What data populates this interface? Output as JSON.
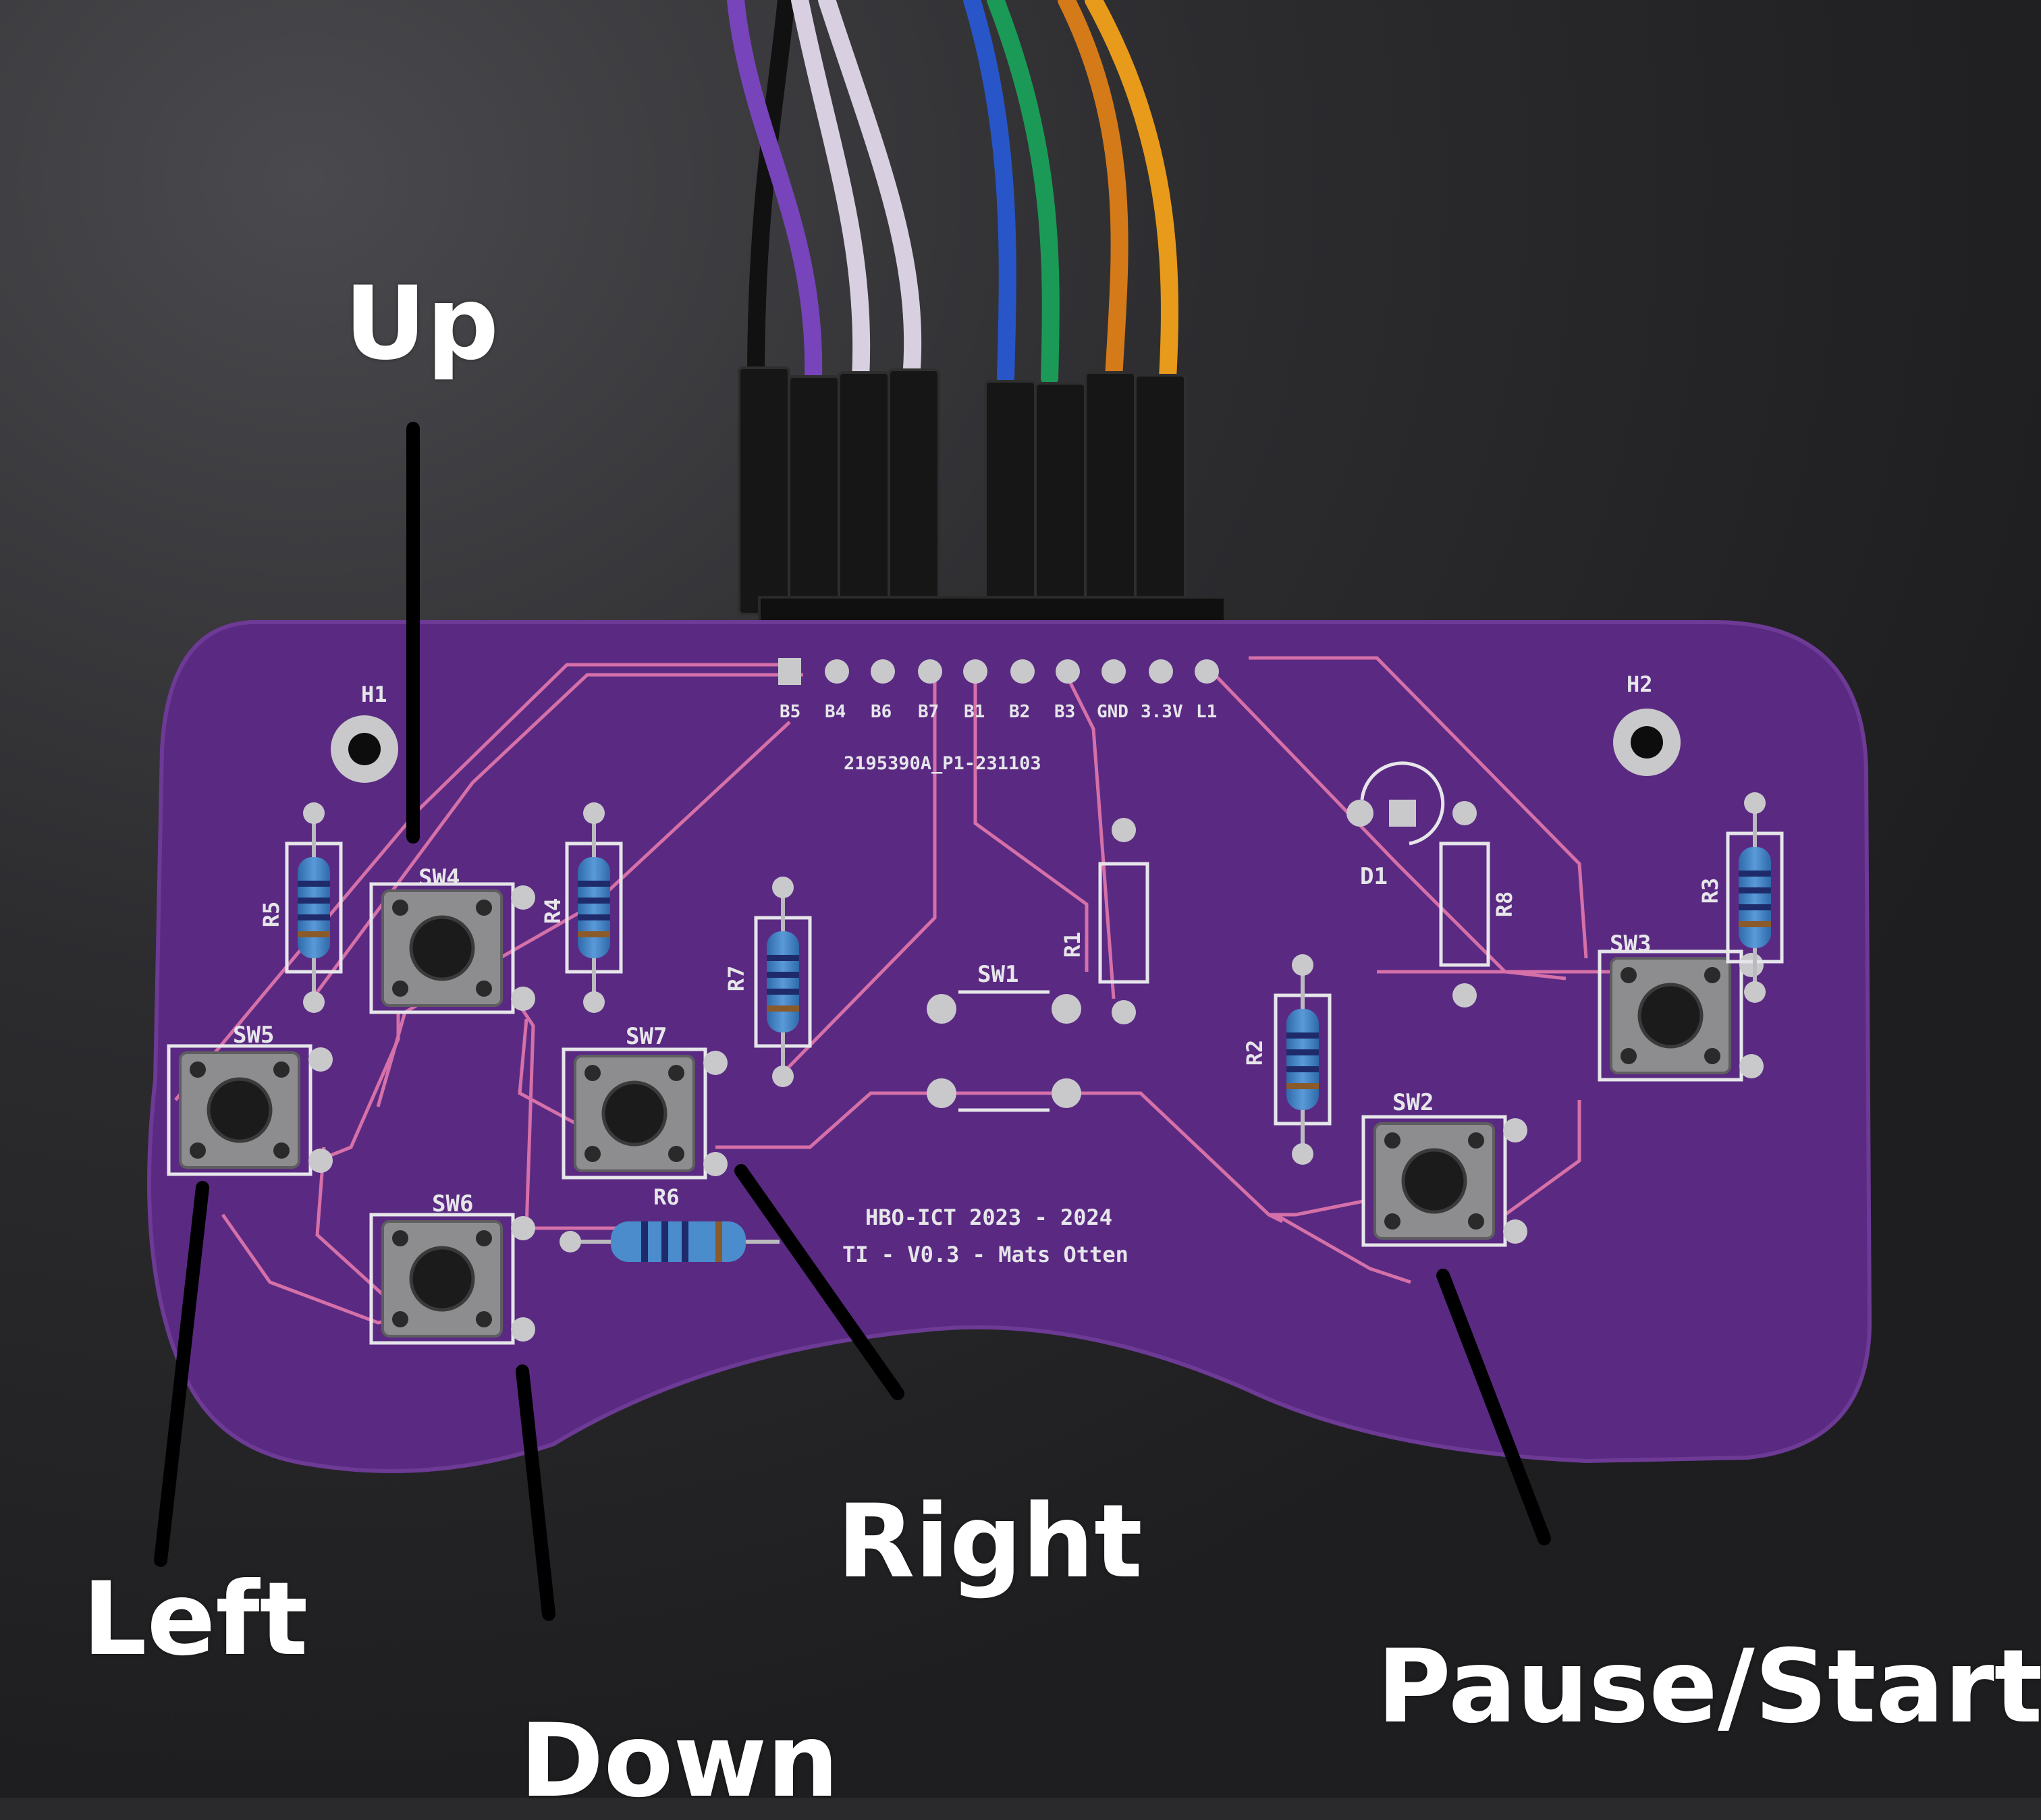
{
  "photo": {
    "subject": "Purple game controller PCB with tactile switches, resistors and a pin header",
    "colors": {
      "background": "#2a2a2c",
      "pcb": "#5a2a82",
      "trace": "#d670a8",
      "silkscreen": "#e6e6ea",
      "pad": "#c9c9cc",
      "resistor_body": "#3f7fc0",
      "header": "#151515"
    },
    "wires": [
      "#111111",
      "#7744bb",
      "#d8d0e0",
      "#d8d0e0",
      "#2855c8",
      "#1b9a57",
      "#d57a18",
      "#e89a1a"
    ]
  },
  "callouts": {
    "up": "Up",
    "left": "Left",
    "down": "Down",
    "right": "Right",
    "pause_start": "Pause/Start"
  },
  "silkscreen": {
    "pins": [
      "B5",
      "B4",
      "B6",
      "B7",
      "B1",
      "B2",
      "B3",
      "GND",
      "3.3V",
      "L1"
    ],
    "board_id": "2195390A_P1-231103",
    "credit_line1": "HBO-ICT 2023 - 2024",
    "credit_line2": "TI - V0.3 - Mats Otten",
    "holes": {
      "h1": "H1",
      "h2": "H2"
    },
    "led": "D1",
    "switches": {
      "sw1": "SW1",
      "sw2": "SW2",
      "sw3": "SW3",
      "sw4": "SW4",
      "sw5": "SW5",
      "sw6": "SW6",
      "sw7": "SW7"
    },
    "resistors": {
      "r1": "R1",
      "r2": "R2",
      "r3": "R3",
      "r4": "R4",
      "r5": "R5",
      "r6": "R6",
      "r7": "R7",
      "r8": "R8"
    }
  }
}
